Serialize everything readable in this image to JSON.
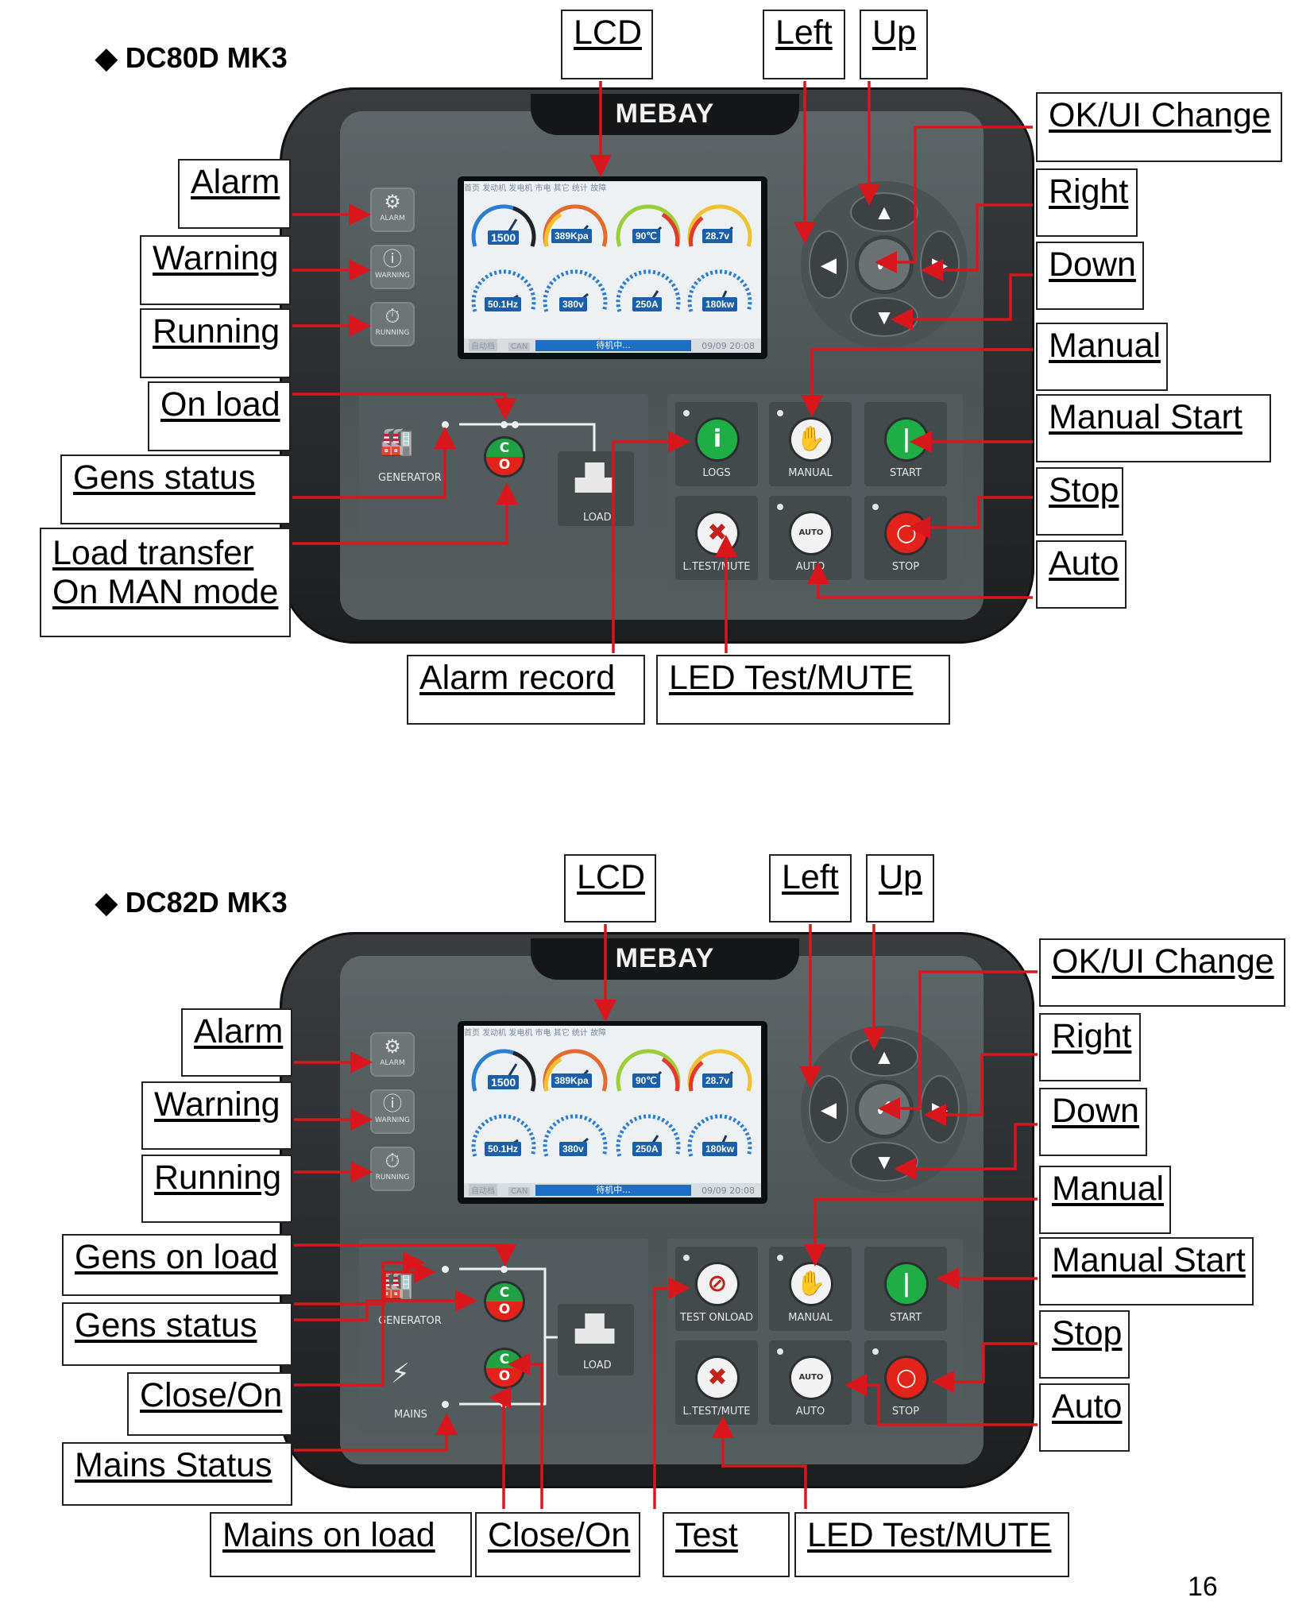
{
  "page_number": "16",
  "colors": {
    "annotation": "#d9161c",
    "label_border": "#222222"
  },
  "panels": [
    {
      "title": "DC80D MK3",
      "brand": "MEBAY",
      "lcd": {
        "tabs": "首页  发动机  发电机  市电  其它  统计  故障",
        "speed": "1500",
        "oil_pressure": "389Kpa",
        "temperature": "90℃",
        "battery": "28.7v",
        "frequency": "50.1Hz",
        "voltage": "380v",
        "current": "250A",
        "power": "180kw",
        "mode": "自动档",
        "bus": "CAN",
        "status": "待机中...",
        "datetime": "09/09  20:08"
      },
      "indicators": [
        "ALARM",
        "WARNING",
        "RUNNING"
      ],
      "mimic": {
        "generator": "GENERATOR",
        "load": "LOAD"
      },
      "buttons": [
        "LOGS",
        "MANUAL",
        "START",
        "L.TEST/MUTE",
        "AUTO",
        "STOP"
      ],
      "auto_badge": "AUTO",
      "labels": {
        "lcd": "LCD",
        "left": "Left",
        "up": "Up",
        "ok": "OK/UI Change",
        "right": "Right",
        "down": "Down",
        "manual": "Manual",
        "manual_start": "Manual Start",
        "stop": "Stop",
        "auto": "Auto",
        "alarm": "Alarm",
        "warning": "Warning",
        "running": "Running",
        "on_load": "On load",
        "gens_status": "Gens status",
        "load_transfer_1": "Load transfer",
        "load_transfer_2": "On MAN mode",
        "alarm_record": "Alarm record",
        "led_test": "LED Test/MUTE"
      }
    },
    {
      "title": "DC82D MK3",
      "brand": "MEBAY",
      "lcd": {
        "tabs": "首页  发动机  发电机  市电  其它  统计  故障",
        "speed": "1500",
        "oil_pressure": "389Kpa",
        "temperature": "90℃",
        "battery": "28.7v",
        "frequency": "50.1Hz",
        "voltage": "380v",
        "current": "250A",
        "power": "180kw",
        "mode": "自动档",
        "bus": "CAN",
        "status": "待机中...",
        "datetime": "09/09  20:08"
      },
      "indicators": [
        "ALARM",
        "WARNING",
        "RUNNING"
      ],
      "mimic": {
        "generator": "GENERATOR",
        "load": "LOAD",
        "mains": "MAINS"
      },
      "buttons": [
        "TEST ONLOAD",
        "MANUAL",
        "START",
        "L.TEST/MUTE",
        "AUTO",
        "STOP"
      ],
      "auto_badge": "AUTO",
      "labels": {
        "lcd": "LCD",
        "left": "Left",
        "up": "Up",
        "ok": "OK/UI Change",
        "right": "Right",
        "down": "Down",
        "manual": "Manual",
        "manual_start": "Manual Start",
        "stop": "Stop",
        "auto": "Auto",
        "alarm": "Alarm",
        "warning": "Warning",
        "running": "Running",
        "gens_on_load": "Gens on load",
        "gens_status": "Gens status",
        "close_on_left": "Close/On",
        "mains_status": "Mains Status",
        "mains_on_load": "Mains on load",
        "close_on_bottom": "Close/On",
        "test": "Test",
        "led_test": "LED Test/MUTE"
      }
    }
  ]
}
